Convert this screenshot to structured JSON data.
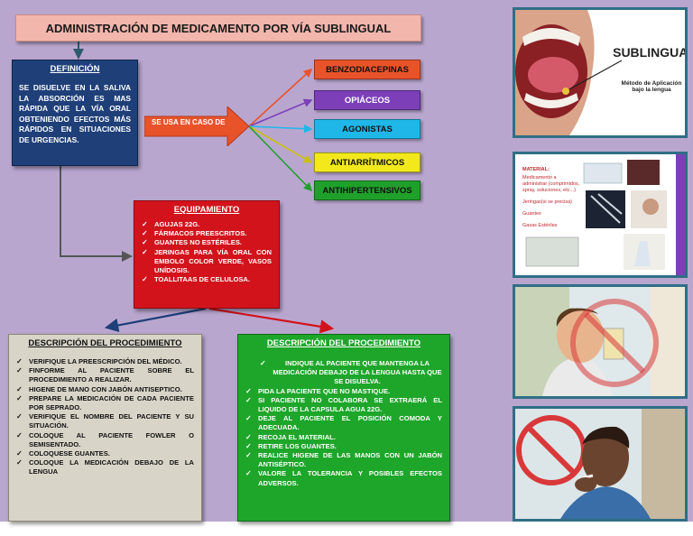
{
  "title": "ADMINISTRACIÓN DE MEDICAMENTO POR VÍA SUBLINGUAL",
  "definition": {
    "heading": "DEFINICIÓN",
    "text": "SE DISUELVE EN LA SALIVA LA ABSORCIÓN ES MAS RÁPIDA QUE LA VÍA ORAL OBTENIENDO EFECTOS MÁS RÁPIDOS EN SITUACIONES DE URGENCIAS."
  },
  "uses": {
    "label": "SE USA EN CASO DE",
    "items": [
      {
        "label": "BENZODIACEPINAS",
        "bg": "#e8532a",
        "fg": "#111111"
      },
      {
        "label": "OPIÁCEOS",
        "bg": "#7c3fb8",
        "fg": "#ffffff"
      },
      {
        "label": "AGONISTAS",
        "bg": "#1fb7e8",
        "fg": "#111111"
      },
      {
        "label": "ANTIARRÍTMICOS",
        "bg": "#f2e81c",
        "fg": "#111111"
      },
      {
        "label": "ANTIHIPERTENSIVOS",
        "bg": "#1fa02a",
        "fg": "#111111"
      }
    ]
  },
  "equipment": {
    "heading": "EQUIPAMIENTO",
    "items": [
      "AGUJAS 22G.",
      "FÁRMACOS PREESCRITOS.",
      "GUANTES NO ESTÉRILES.",
      "JERINGAS PARA VÍA ORAL CON EMBOLO COLOR VERDE, VASOS UNÍDOSIS.",
      "TOALLITAAS DE CELULOSA."
    ]
  },
  "procedure_left": {
    "heading": "DESCRIPCIÓN DEL PROCEDIMIENTO",
    "items": [
      "VERIFIQUE LA PREESCRIPCIÓN DEL MÉDICO.",
      "FINFORME AL PACIENTE SOBRE EL PROCEDIMIENTO A REALIZAR.",
      "HIGENE DE MANO CON JABÓN ANTISEPTICO.",
      "PREPARE LA MEDICACIÓN DE CADA PACIENTE POR SEPRADO.",
      "VERIFIQUE EL NOMBRE DEL PACIENTE Y SU SITUACIÓN.",
      "COLOQUE AL PACIENTE FOWLER O SEMISENTADO.",
      "COLOQUESE GUANTES.",
      "COLOQUE LA MEDICACIÓN DEBAJO DE LA LENGUA"
    ]
  },
  "procedure_right": {
    "heading": "DESCRIPCIÓN DEL PROCEDIMIENTO",
    "first_item": "INDIQUE AL PACIENTE QUE MANTENGA LA MEDICACIÓN DEBAJO DE LA LENGUA HASTA QUE SE DISUELVA.",
    "items": [
      "PIDA LA PACIENTE QUE NO MASTIQUE.",
      "SI PACIENTE NO COLABORA SE EXTRAERÁ EL LIQUIDO DE LA CAPSULA AGUA 22G.",
      "DEJE AL PACIENTE EL POSICIÓN COMODA Y ADECUADA.",
      "RECOJA EL MATERIAL.",
      "RETIRE LOS GUANTES.",
      "REALICE HIGENE DE LAS MANOS CON UN JABÓN ANTISÉPTICO.",
      "VALORE LA TOLERANCIA Y POSIBLES EFECTOS ADVERSOS."
    ]
  },
  "images": {
    "sublingual": {
      "title": "SUBLINGUAL",
      "caption": "Método de Aplicación bajo la lengua"
    },
    "materials": {
      "heading": "MATERIAL:",
      "items": [
        "Medicamento a administrar (comprimidos, spray, soluciones, etc...)",
        "Jeringas(si se precisa)",
        "Guantes",
        "Gasas Estériles"
      ]
    }
  }
}
